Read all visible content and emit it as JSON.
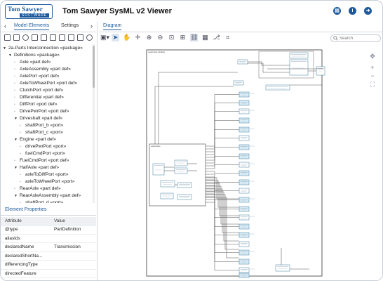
{
  "app": {
    "title": "Tom Sawyer SysML v2 Viewer",
    "logo_top": "Tom Sawyer",
    "logo_bottom": "SOFTWARE"
  },
  "header_icons": [
    "document-icon",
    "info-icon",
    "logout-icon"
  ],
  "left_tabs": [
    {
      "label": "Model Elements",
      "active": true
    },
    {
      "label": "Settings",
      "active": false
    }
  ],
  "right_tabs": [
    {
      "label": "Diagram",
      "active": true
    }
  ],
  "search": {
    "placeholder": "Search"
  },
  "tree": [
    {
      "label": "2a-Parts Interconnection «package»",
      "level": 0,
      "toggle": "expanded"
    },
    {
      "label": "Definitions «package»",
      "level": 1,
      "toggle": "expanded"
    },
    {
      "label": "Axle «part def»",
      "level": 2,
      "toggle": "leaf"
    },
    {
      "label": "AxleAssembly «part def»",
      "level": 2,
      "toggle": "leaf"
    },
    {
      "label": "AxlePort «port def»",
      "level": 2,
      "toggle": "leaf"
    },
    {
      "label": "AxleToWheelPort «port def»",
      "level": 2,
      "toggle": "leaf"
    },
    {
      "label": "ClutchPort «port def»",
      "level": 2,
      "toggle": "leaf"
    },
    {
      "label": "Differential «part def»",
      "level": 2,
      "toggle": "leaf"
    },
    {
      "label": "DiffPort «port def»",
      "level": 2,
      "toggle": "leaf"
    },
    {
      "label": "DrivePwrPort «port def»",
      "level": 2,
      "toggle": "leaf"
    },
    {
      "label": "Driveshaft «part def»",
      "level": 2,
      "toggle": "expanded"
    },
    {
      "label": "shaftPort_b «port»",
      "level": 3,
      "toggle": "leaf"
    },
    {
      "label": "shaftPort_c «port»",
      "level": 3,
      "toggle": "leaf"
    },
    {
      "label": "Engine «part def»",
      "level": 2,
      "toggle": "expanded"
    },
    {
      "label": "drivePwrPort «port»",
      "level": 3,
      "toggle": "leaf"
    },
    {
      "label": "fuelCmdPort «port»",
      "level": 3,
      "toggle": "leaf"
    },
    {
      "label": "FuelCmdPort «port def»",
      "level": 2,
      "toggle": "leaf"
    },
    {
      "label": "HalfAxle «part def»",
      "level": 2,
      "toggle": "expanded"
    },
    {
      "label": "axleToDiffPort «port»",
      "level": 3,
      "toggle": "leaf"
    },
    {
      "label": "axleToWheelPort «port»",
      "level": 3,
      "toggle": "leaf"
    },
    {
      "label": "RearAxle «part def»",
      "level": 2,
      "toggle": "leaf"
    },
    {
      "label": "RearAxleAssembly «part def»",
      "level": 2,
      "toggle": "expanded"
    },
    {
      "label": "shaftPort_d «port»",
      "level": 3,
      "toggle": "leaf"
    }
  ],
  "properties": {
    "title": "Element Properties",
    "header": {
      "attribute": "Attribute",
      "value": "Value"
    },
    "rows": [
      {
        "attribute": "@type",
        "value": "PartDefinition"
      },
      {
        "attribute": "aliasIds",
        "value": ""
      },
      {
        "attribute": "declaredName",
        "value": "Transmission"
      },
      {
        "attribute": "declaredShortNa...",
        "value": ""
      },
      {
        "attribute": "differencingType",
        "value": ""
      },
      {
        "attribute": "directedFeature",
        "value": ""
      }
    ]
  },
  "diagram_toolbar_icons": [
    "layout-icon",
    "pointer-icon",
    "pan-icon",
    "move-icon",
    "zoom-in-icon",
    "zoom-out-icon",
    "zoom-fit-icon",
    "zoom-selection-icon",
    "link-icon",
    "nested-icon",
    "hierarchy-icon",
    "orthogonal-icon"
  ],
  "diagram": {
    "frame_title": "«part def» Vehicle",
    "inner_title": "«part def»"
  },
  "colors": {
    "accent": "#1c5a9b",
    "node_fill": "#d8ecf6",
    "node_stroke": "#5a8fae",
    "edge": "#555555"
  }
}
